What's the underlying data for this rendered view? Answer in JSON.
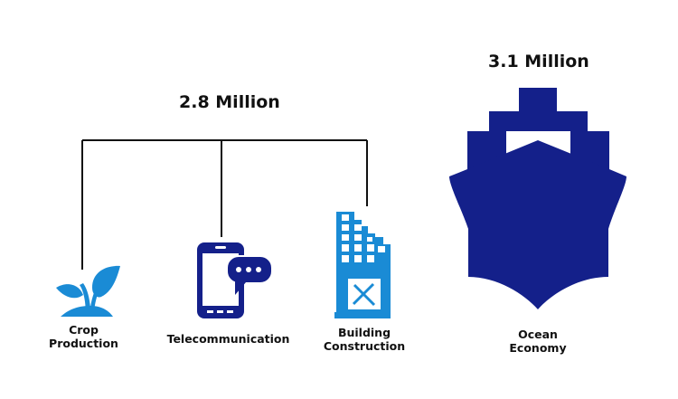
{
  "group_total": "2.8 Million",
  "ocean_total": "3.1 Million",
  "items": [
    {
      "label_line1": "Crop",
      "label_line2": "Production",
      "icon": "plant-icon"
    },
    {
      "label_line1": "Telecommunication",
      "icon": "smartphone-chat-icon"
    },
    {
      "label_line1": "Building",
      "label_line2": "Construction",
      "icon": "building-tools-icon"
    },
    {
      "label_line1": "Ocean",
      "label_line2": "Economy",
      "icon": "ship-icon"
    }
  ],
  "colors": {
    "navy": "#14208a",
    "blue": "#1a8bd5"
  }
}
